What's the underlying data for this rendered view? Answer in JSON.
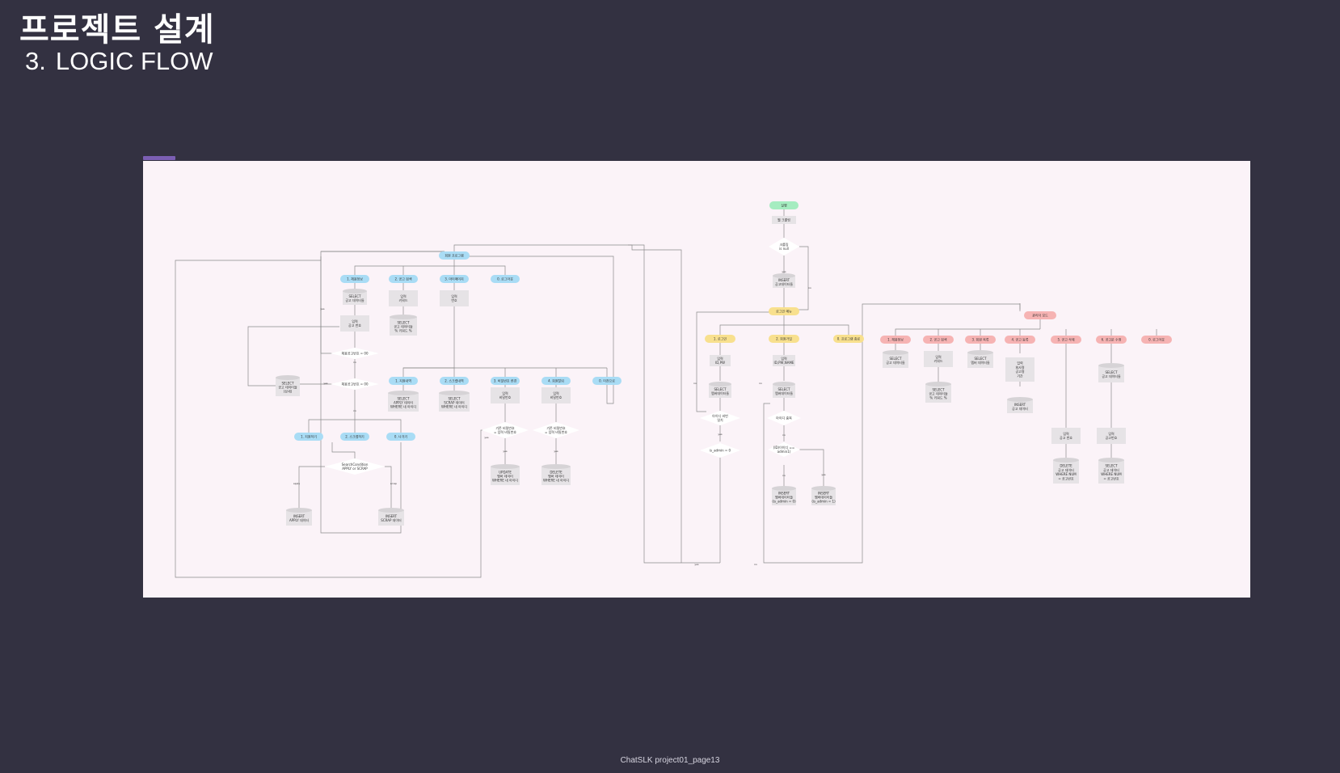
{
  "slide": {
    "title": "프로젝트 설계",
    "section_number": "3.",
    "section_title": "LOGIC FLOW",
    "footer": "ChatSLK project01_page13"
  },
  "colors": {
    "background": "#333141",
    "canvas": "#fbf3f8",
    "user_menu": "#a9dcf5",
    "login_menu": "#f8e08e",
    "admin_menu": "#f6b3b3",
    "start": "#a5ecc0",
    "process": "#e6e3e6",
    "edge": "#8a8a8a"
  },
  "diagram": {
    "start": "실행",
    "start_proc": "웹 크롤링",
    "start_dec": [
      "크롤링",
      "is null"
    ],
    "crawl_insert": [
      "INSERT",
      "공고데이터들"
    ],
    "login_menu": "로그인 메뉴",
    "login_items": [
      "1. 로그인",
      "2. 회원가입",
      "0. 프로그램 종료"
    ],
    "login_proc": [
      "입력",
      "ID,PW"
    ],
    "login_select": [
      "SELECT",
      "멤버데이터들"
    ],
    "login_dec1": [
      "아이디 비번",
      "일치"
    ],
    "login_dec2": "is_admin = 0",
    "signup_proc": [
      "입력",
      "ID,PW,NAME"
    ],
    "signup_select": [
      "SELECT",
      "멤버데이터들"
    ],
    "signup_dec1": "아이디 중복",
    "signup_dec2": [
      "(ID)이이디 ==",
      "admin1)"
    ],
    "signup_insert_a": [
      "INSERT",
      "멤버데이터들",
      "(is_admin = 0)"
    ],
    "signup_insert_b": [
      "INSERT",
      "멤버데이터들",
      "(is_admin = 1)"
    ],
    "user_root": "회원 프로그램",
    "user_items": [
      "1. 채용정보",
      "2. 공고 검색",
      "3. 마이페이지",
      "0. 로그아웃"
    ],
    "job_select": [
      "SELECT",
      "공고 데이터들"
    ],
    "job_input": [
      "입력",
      "공고 번호"
    ],
    "job_dec1": "채용공고번호 = 00",
    "job_dec2": "채용공고번호 = 00",
    "job_select2": [
      "SELECT",
      "공고 데이터들",
      "(상세)"
    ],
    "job_sub": [
      "1. 지원하기",
      "2. 스크랩하기",
      "0. 나가기"
    ],
    "job_dec3": [
      "SearchCondition",
      "APPLY or SCRAP"
    ],
    "job_insert_a": [
      "INSERT",
      "APPLY 데이터"
    ],
    "job_insert_b": [
      "INSERT",
      "SCRAP 데이터"
    ],
    "search_input": [
      "입력",
      "키워드"
    ],
    "search_select": [
      "SELECT",
      "공고 데이터들",
      "% 키워드 %"
    ],
    "my_input": [
      "입력",
      "번호"
    ],
    "my_items": [
      "1. 지원내역",
      "2. 스크랩내역",
      "3. 비밀번호 변경",
      "4. 회원탈퇴",
      "0. 이전으로"
    ],
    "my_apply": [
      "SELECT",
      "APPLY 데이터",
      "WHERE 내 아이디"
    ],
    "my_scrap": [
      "SELECT",
      "SCRAP 데이터",
      "WHERE 내 아이디"
    ],
    "pw_input": [
      "입력",
      "비밀번호"
    ],
    "del_input": [
      "입력",
      "비밀번호"
    ],
    "pw_dec": [
      "기존 비밀번호",
      "= 입력 비밀번호"
    ],
    "del_dec": [
      "기존 비밀번호",
      "= 입력 비밀번호"
    ],
    "pw_update": [
      "UPDATE",
      "멤버 데이터",
      "WHERE 내 아이디"
    ],
    "del_delete": [
      "DELETE",
      "멤버 데이터",
      "WHERE 내 아이디"
    ],
    "admin_root": "관리자 모드",
    "admin_items": [
      "1. 채용정보",
      "2. 공고 검색",
      "3. 회원 목록",
      "4. 공고 등록",
      "5. 공고 삭제",
      "6. 공고문 수정",
      "0. 로그아웃"
    ],
    "admin_select1": [
      "SELECT",
      "공고 데이터들"
    ],
    "admin_input2": [
      "입력",
      "키워드"
    ],
    "admin_select2": [
      "SELECT",
      "공고 데이터들",
      "% 키워드 %"
    ],
    "admin_select3": [
      "SELECT",
      "멤버 데이터들"
    ],
    "admin_input4": [
      "입력",
      "회사명",
      "공고명",
      "기간"
    ],
    "admin_insert4": [
      "INSERT",
      "공고 데이터"
    ],
    "admin_input5": [
      "입력",
      "공고 번호"
    ],
    "admin_delete5": [
      "DELETE",
      "공고 데이터",
      "WHERE NUM",
      "= 공고번호"
    ],
    "admin_select6": [
      "SELECT",
      "공고 데이터들"
    ],
    "admin_input6": [
      "입력",
      "공고번호"
    ],
    "admin_select6b": [
      "SELECT",
      "공고 데이터",
      "WHERE NUM",
      "= 공고번호"
    ],
    "edge_yes": "yes",
    "edge_no": "no",
    "edge_apply": "apply",
    "edge_scrap": "scrap"
  }
}
